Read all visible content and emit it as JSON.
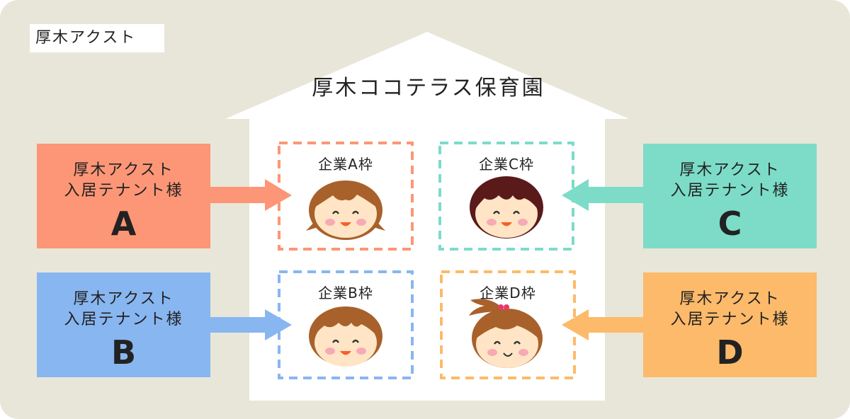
{
  "area_label": "厚木アクスト",
  "house_title": "厚木ココテラス保育園",
  "colors": {
    "background": "#e8e6d8",
    "house": "#ffffff",
    "tenant_a": "#fc9676",
    "tenant_b": "#88b6f0",
    "tenant_c": "#7cdcc8",
    "tenant_d": "#fcba6a"
  },
  "slots": [
    {
      "id": "A",
      "title": "企業A枠",
      "icon": "girl-face-icon"
    },
    {
      "id": "C",
      "title": "企業C枠",
      "icon": "child-face-icon"
    },
    {
      "id": "B",
      "title": "企業B枠",
      "icon": "boy-face-icon"
    },
    {
      "id": "D",
      "title": "企業D枠",
      "icon": "girl-ponytail-face-icon"
    }
  ],
  "tenants": [
    {
      "id": "A",
      "line1": "厚木アクスト",
      "line2": "入居テナント様",
      "letter": "A",
      "color": "#fc9676"
    },
    {
      "id": "B",
      "line1": "厚木アクスト",
      "line2": "入居テナント様",
      "letter": "B",
      "color": "#88b6f0"
    },
    {
      "id": "C",
      "line1": "厚木アクスト",
      "line2": "入居テナント様",
      "letter": "C",
      "color": "#7cdcc8"
    },
    {
      "id": "D",
      "line1": "厚木アクスト",
      "line2": "入居テナント様",
      "letter": "D",
      "color": "#fcba6a"
    }
  ]
}
